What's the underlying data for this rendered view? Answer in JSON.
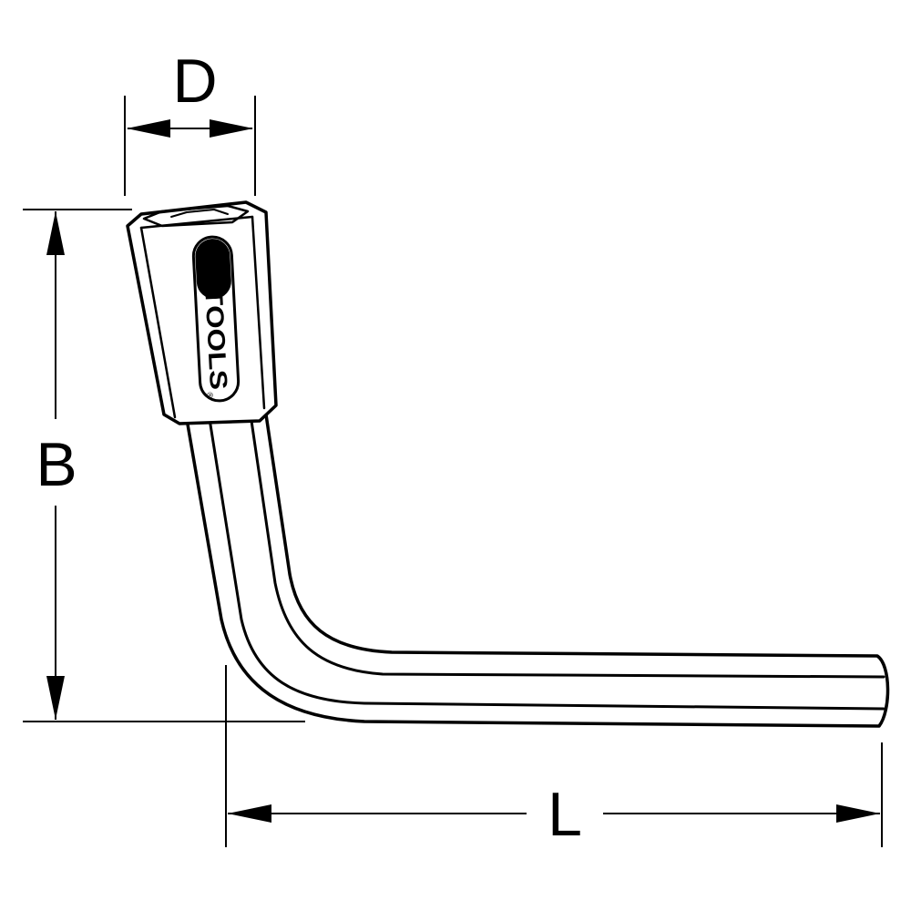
{
  "diagram": {
    "dimension_labels": {
      "diameter": "D",
      "height": "B",
      "length": "L"
    },
    "logo": {
      "text": "KSTOOLS",
      "trademark": "®"
    },
    "colors": {
      "line": "#000000",
      "background": "#ffffff"
    }
  }
}
